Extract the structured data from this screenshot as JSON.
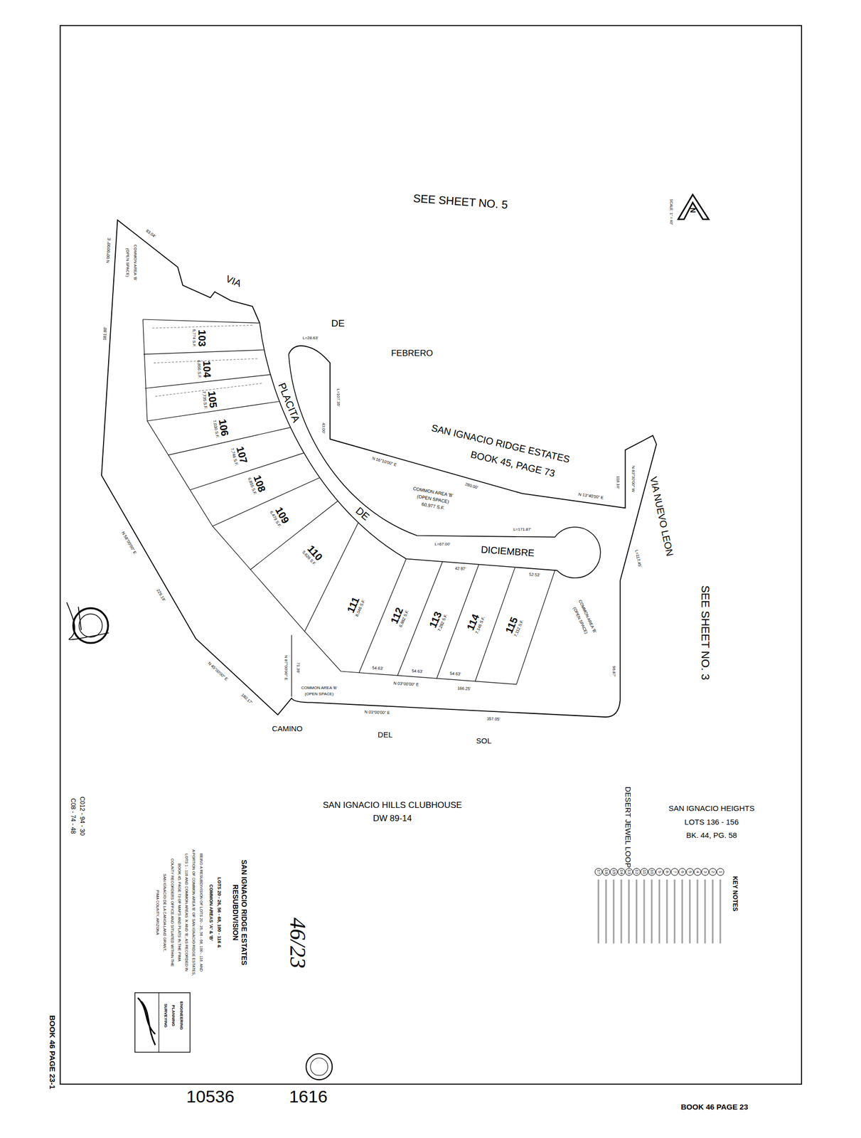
{
  "diagram": {
    "title": "SAN IGNACIO RIDGE ESTATES RESUBDIVISION",
    "nodes": [
      {
        "text": [
          "103",
          "6,774 S.F."
        ]
      },
      {
        "text": [
          "104",
          "6,856 S.F."
        ]
      },
      {
        "text": [
          "105",
          "7,735 S.F."
        ]
      },
      {
        "text": [
          "106",
          "7,030 S.F."
        ]
      },
      {
        "text": [
          "107",
          "7,746 S.F."
        ]
      },
      {
        "text": [
          "108",
          "6,855 S.F."
        ]
      },
      {
        "text": [
          "109",
          "6,479 S.F."
        ]
      },
      {
        "text": [
          "110",
          "5,626 S.F."
        ]
      },
      {
        "text": [
          "111",
          "8,046 S.F."
        ]
      },
      {
        "text": [
          "112",
          "6,882 S.F."
        ]
      },
      {
        "text": [
          "113",
          "7,282 S.F."
        ]
      },
      {
        "text": [
          "114",
          "7,146 S.F."
        ]
      },
      {
        "text": [
          "115",
          "7,112 S.F."
        ]
      }
    ],
    "labels": [
      "SEE SHEET NO. 5",
      "SCALE: 1\" = 40'",
      "VIA",
      "DE",
      "FEBRERO",
      "PLACITA",
      "DE",
      "DICIEMBRE",
      "SAN IGNACIO RIDGE ESTATES",
      "BOOK 45, PAGE 73",
      "COMMON AREA 'B'",
      "(OPEN SPACE)",
      "60,977 S.F.",
      "VIA NUEVO LEON",
      "SEE SHEET NO. 3",
      "CAMINO",
      "DEL",
      "SOL",
      "SAN IGNACIO HILLS CLUBHOUSE",
      "DW 89-14",
      "DESERT JEWEL LOOP",
      "SAN IGNACIO HEIGHTS",
      "LOTS 136 - 156",
      "BK. 44, PG. 58",
      "C012 - 94 - 30",
      "C08 - 74 - 48",
      "LOTS 20 - 26, 56 - 68, 100 - 116 &",
      "COMMON AREAS 'A' & 'B'",
      "BEING A RESUBDIVISION OF LOTS 20 - 26, 56 - 68, 100 - 116, AND",
      "A PORTION OF COMMON AREA 'B' OF SAN IGNACIO RIDGE ESTATES,",
      "LOTS 1 - 116 AND COMMON AREAS 'A' AND 'B', AS RECORDED IN",
      "BOOK 45, PAGE 73 OF MAPS AND PLATS IN THE PIMA",
      "COUNTY RECORDERS OFFICE AND SITUATED WITHIN THE",
      "SAN IGNACIO DE LA CANOA LAND GRANT,",
      "PIMA COUNTY, ARIZONA",
      "ENGINEERING",
      "PLANNING",
      "SURVEYING",
      "KEY NOTES",
      "1",
      "2",
      "3",
      "4",
      "5",
      "6",
      "7",
      "8",
      "9",
      "10",
      "11",
      "12",
      "13",
      "14",
      "15",
      "16",
      "17",
      "46/23",
      "10536",
      "1616",
      "BOOK 46 PAGE 23",
      "BOOK 46 PAGE 23-1",
      "COMMON AREA 'B'",
      "(OPEN SPACE)",
      "COMMON AREA 'B'",
      "(OPEN SPACE)",
      "COMMON AREA 'B'",
      "(OPEN SPACE)",
      "N 00°00'00\" E",
      "181.80'",
      "83.04'",
      "N 58°00'00\" E",
      "229.19'",
      "N 45°00'00\" E",
      "180.17'",
      "N 87°00'00\" E",
      "71.36'",
      "N 03°00'00\" E",
      "357.05'",
      "N 03°00'00\" E",
      "166.25'",
      "54.63'",
      "54.63'",
      "54.63'",
      "96.87'",
      "L=117.45'",
      "N 83°30'00\" W",
      "118.10'",
      "N 13°40'00\" E",
      "N 16°10'00\" E",
      "280.00'",
      "L=28.63'",
      "L=107.35'",
      "43.00'",
      "L=67.00'",
      "L=171.87'",
      "42.97'",
      "52.53'",
      "N"
    ]
  }
}
